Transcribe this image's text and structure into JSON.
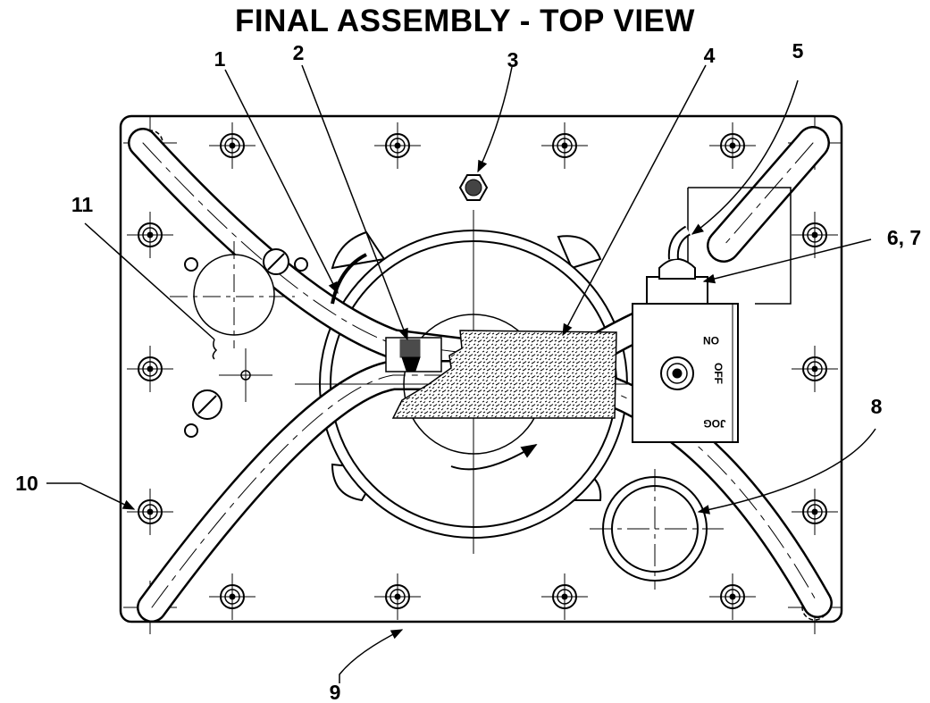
{
  "title": "FINAL ASSEMBLY - TOP VIEW",
  "callouts": [
    "1",
    "2",
    "3",
    "4",
    "5",
    "6, 7",
    "8",
    "9",
    "10",
    "11"
  ],
  "switch_labels": [
    "ON",
    "OFF",
    "JOG"
  ],
  "colors": {
    "ink": "#000000",
    "paper": "#ffffff"
  }
}
